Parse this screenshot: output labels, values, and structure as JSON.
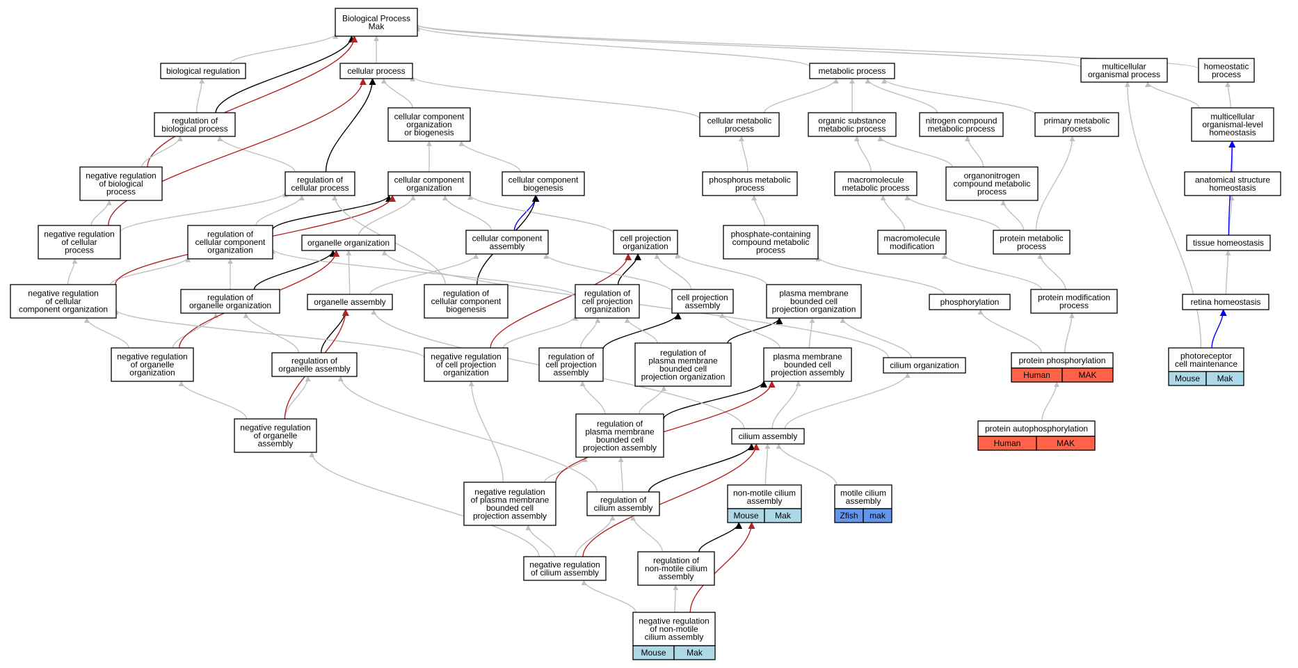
{
  "colors": {
    "edge_gray": "#c0c0c0",
    "edge_black": "#000000",
    "edge_red": "#b22222",
    "edge_blue": "#0000ff",
    "badge_mouse": "#add8e6",
    "badge_human": "#ff6347",
    "badge_zfish": "#6495ed"
  },
  "nodes": [
    {
      "id": "bp",
      "lines": [
        "Biological Process",
        "Mak"
      ]
    },
    {
      "id": "biolreg",
      "lines": [
        "biological regulation"
      ]
    },
    {
      "id": "cellproc",
      "lines": [
        "cellular process"
      ]
    },
    {
      "id": "metab",
      "lines": [
        "metabolic process"
      ]
    },
    {
      "id": "multiproc",
      "lines": [
        "multicellular",
        "organismal process"
      ]
    },
    {
      "id": "homeoproc",
      "lines": [
        "homeostatic",
        "process"
      ]
    },
    {
      "id": "regbio",
      "lines": [
        "regulation of",
        "biological process"
      ]
    },
    {
      "id": "ccob",
      "lines": [
        "cellular component",
        "organization",
        "or biogenesis"
      ]
    },
    {
      "id": "cellmet",
      "lines": [
        "cellular metabolic",
        "process"
      ]
    },
    {
      "id": "orgsub",
      "lines": [
        "organic substance",
        "metabolic process"
      ]
    },
    {
      "id": "nitro",
      "lines": [
        "nitrogen compound",
        "metabolic process"
      ]
    },
    {
      "id": "primary",
      "lines": [
        "primary metabolic",
        "process"
      ]
    },
    {
      "id": "mlhomeo",
      "lines": [
        "multicellular",
        "organismal-level",
        "homeostasis"
      ]
    },
    {
      "id": "negbio",
      "lines": [
        "negative regulation",
        "of biological",
        "process"
      ]
    },
    {
      "id": "regcell",
      "lines": [
        "regulation of",
        "cellular process"
      ]
    },
    {
      "id": "cco",
      "lines": [
        "cellular component",
        "organization"
      ]
    },
    {
      "id": "ccb",
      "lines": [
        "cellular component",
        "biogenesis"
      ]
    },
    {
      "id": "phosmet",
      "lines": [
        "phosphorus metabolic",
        "process"
      ]
    },
    {
      "id": "macromet",
      "lines": [
        "macromolecule",
        "metabolic process"
      ]
    },
    {
      "id": "organonit",
      "lines": [
        "organonitrogen",
        "compound metabolic",
        "process"
      ]
    },
    {
      "id": "anat",
      "lines": [
        "anatomical structure",
        "homeostasis"
      ]
    },
    {
      "id": "negcell",
      "lines": [
        "negative regulation",
        "of cellular",
        "process"
      ]
    },
    {
      "id": "regcco",
      "lines": [
        "regulation of",
        "cellular component",
        "organization"
      ]
    },
    {
      "id": "orgorg",
      "lines": [
        "organelle organization"
      ]
    },
    {
      "id": "cca",
      "lines": [
        "cellular component",
        "assembly"
      ]
    },
    {
      "id": "cpo",
      "lines": [
        "cell projection",
        "organization"
      ]
    },
    {
      "id": "phoscomp",
      "lines": [
        "phosphate-containing",
        "compound metabolic",
        "process"
      ]
    },
    {
      "id": "macromod",
      "lines": [
        "macromolecule",
        "modification"
      ]
    },
    {
      "id": "protmet",
      "lines": [
        "protein metabolic",
        "process"
      ]
    },
    {
      "id": "tissue",
      "lines": [
        "tissue homeostasis"
      ]
    },
    {
      "id": "negcco",
      "lines": [
        "negative regulation",
        "of cellular",
        "component organization"
      ]
    },
    {
      "id": "regorgorg",
      "lines": [
        "regulation of",
        "organelle organization"
      ]
    },
    {
      "id": "orgasm",
      "lines": [
        "organelle assembly"
      ]
    },
    {
      "id": "regccb",
      "lines": [
        "regulation of",
        "cellular component",
        "biogenesis"
      ]
    },
    {
      "id": "regcpo",
      "lines": [
        "regulation of",
        "cell projection",
        "organization"
      ]
    },
    {
      "id": "cpa",
      "lines": [
        "cell projection",
        "assembly"
      ]
    },
    {
      "id": "pmbcpo",
      "lines": [
        "plasma membrane",
        "bounded cell",
        "projection organization"
      ]
    },
    {
      "id": "phosph",
      "lines": [
        "phosphorylation"
      ]
    },
    {
      "id": "protmod",
      "lines": [
        "protein modification",
        "process"
      ]
    },
    {
      "id": "retina",
      "lines": [
        "retina homeostasis"
      ]
    },
    {
      "id": "negorgorg",
      "lines": [
        "negative regulation",
        "of organelle",
        "organization"
      ]
    },
    {
      "id": "regorgasm",
      "lines": [
        "regulation of",
        "organelle assembly"
      ]
    },
    {
      "id": "negcpo",
      "lines": [
        "negative regulation",
        "of cell projection",
        "organization"
      ]
    },
    {
      "id": "regcpa",
      "lines": [
        "regulation of",
        "cell projection",
        "assembly"
      ]
    },
    {
      "id": "regpmbcpo",
      "lines": [
        "regulation of",
        "plasma membrane",
        "bounded cell",
        "projection organization"
      ]
    },
    {
      "id": "pmbcpa",
      "lines": [
        "plasma membrane",
        "bounded cell",
        "projection assembly"
      ]
    },
    {
      "id": "ciliumorg",
      "lines": [
        "cilium organization"
      ]
    },
    {
      "id": "protphos",
      "lines": [
        "protein phosphorylation"
      ],
      "badges": [
        [
          "Human",
          "badge_human"
        ],
        [
          "MAK",
          "badge_human"
        ]
      ]
    },
    {
      "id": "photo",
      "lines": [
        "photoreceptor",
        "cell maintenance"
      ],
      "badges": [
        [
          "Mouse",
          "badge_mouse"
        ],
        [
          "Mak",
          "badge_mouse"
        ]
      ]
    },
    {
      "id": "negorgasm",
      "lines": [
        "negative regulation",
        "of organelle",
        "assembly"
      ]
    },
    {
      "id": "regpmbcpa",
      "lines": [
        "regulation of",
        "plasma membrane",
        "bounded cell",
        "projection assembly"
      ]
    },
    {
      "id": "ciliumasm",
      "lines": [
        "cilium assembly"
      ]
    },
    {
      "id": "protauto",
      "lines": [
        "protein autophosphorylation"
      ],
      "badges": [
        [
          "Human",
          "badge_human"
        ],
        [
          "MAK",
          "badge_human"
        ]
      ]
    },
    {
      "id": "negpmbcpa",
      "lines": [
        "negative regulation",
        "of plasma membrane",
        "bounded cell",
        "projection assembly"
      ]
    },
    {
      "id": "regcilasm",
      "lines": [
        "regulation of",
        "cilium assembly"
      ]
    },
    {
      "id": "nonmot",
      "lines": [
        "non-motile cilium",
        "assembly"
      ],
      "badges": [
        [
          "Mouse",
          "badge_mouse"
        ],
        [
          "Mak",
          "badge_mouse"
        ]
      ]
    },
    {
      "id": "motile",
      "lines": [
        "motile cilium",
        "assembly"
      ],
      "badges": [
        [
          "Zfish",
          "badge_zfish"
        ],
        [
          "mak",
          "badge_zfish"
        ]
      ]
    },
    {
      "id": "negcilasm",
      "lines": [
        "negative regulation",
        "of cilium assembly"
      ]
    },
    {
      "id": "regnonmot",
      "lines": [
        "regulation of",
        "non-motile cilium",
        "assembly"
      ]
    },
    {
      "id": "negnonmot",
      "lines": [
        "negative regulation",
        "of non-motile",
        "cilium assembly"
      ],
      "badges": [
        [
          "Mouse",
          "badge_mouse"
        ],
        [
          "Mak",
          "badge_mouse"
        ]
      ]
    }
  ],
  "edges": [
    [
      "biolreg",
      "bp",
      "gray"
    ],
    [
      "cellproc",
      "bp",
      "gray"
    ],
    [
      "metab",
      "bp",
      "gray"
    ],
    [
      "multiproc",
      "bp",
      "gray"
    ],
    [
      "homeoproc",
      "bp",
      "gray"
    ],
    [
      "regbio",
      "biolreg",
      "gray"
    ],
    [
      "regbio",
      "bp",
      "black"
    ],
    [
      "negbio",
      "bp",
      "red"
    ],
    [
      "negbio",
      "regbio",
      "gray"
    ],
    [
      "ccob",
      "cellproc",
      "gray"
    ],
    [
      "cellmet",
      "cellproc",
      "gray"
    ],
    [
      "cellmet",
      "metab",
      "gray"
    ],
    [
      "orgsub",
      "metab",
      "gray"
    ],
    [
      "nitro",
      "metab",
      "gray"
    ],
    [
      "primary",
      "metab",
      "gray"
    ],
    [
      "mlhomeo",
      "multiproc",
      "gray"
    ],
    [
      "mlhomeo",
      "homeoproc",
      "gray"
    ],
    [
      "regcell",
      "regbio",
      "gray"
    ],
    [
      "regcell",
      "cellproc",
      "black"
    ],
    [
      "cco",
      "ccob",
      "gray"
    ],
    [
      "ccb",
      "ccob",
      "gray"
    ],
    [
      "phosmet",
      "cellmet",
      "gray"
    ],
    [
      "macromet",
      "orgsub",
      "gray"
    ],
    [
      "organonit",
      "orgsub",
      "gray"
    ],
    [
      "organonit",
      "nitro",
      "gray"
    ],
    [
      "anat",
      "mlhomeo",
      "gray"
    ],
    [
      "tissue",
      "anat",
      "gray"
    ],
    [
      "tissue",
      "mlhomeo",
      "blue"
    ],
    [
      "retina",
      "tissue",
      "gray"
    ],
    [
      "photo",
      "retina",
      "blue"
    ],
    [
      "photo",
      "multiproc",
      "gray"
    ],
    [
      "negcell",
      "negbio",
      "gray"
    ],
    [
      "negcell",
      "regcell",
      "gray"
    ],
    [
      "negcell",
      "cellproc",
      "red"
    ],
    [
      "regcco",
      "regcell",
      "gray"
    ],
    [
      "regcco",
      "cco",
      "black"
    ],
    [
      "orgorg",
      "cco",
      "gray"
    ],
    [
      "cca",
      "cco",
      "gray"
    ],
    [
      "cca",
      "ccb",
      "blue"
    ],
    [
      "cpo",
      "cco",
      "gray"
    ],
    [
      "phoscomp",
      "phosmet",
      "gray"
    ],
    [
      "macromod",
      "macromet",
      "gray"
    ],
    [
      "protmet",
      "macromet",
      "gray"
    ],
    [
      "protmet",
      "organonit",
      "gray"
    ],
    [
      "protmet",
      "primary",
      "gray"
    ],
    [
      "negcco",
      "negcell",
      "gray"
    ],
    [
      "negcco",
      "regcco",
      "gray"
    ],
    [
      "negcco",
      "cco",
      "red"
    ],
    [
      "regorgorg",
      "regcco",
      "gray"
    ],
    [
      "regorgorg",
      "orgorg",
      "black"
    ],
    [
      "orgasm",
      "orgorg",
      "gray"
    ],
    [
      "orgasm",
      "cca",
      "gray"
    ],
    [
      "regccb",
      "regcell",
      "gray"
    ],
    [
      "regccb",
      "ccb",
      "black"
    ],
    [
      "regcpo",
      "regcco",
      "gray"
    ],
    [
      "regcpo",
      "cpo",
      "black"
    ],
    [
      "cpa",
      "cpo",
      "gray"
    ],
    [
      "cpa",
      "cca",
      "gray"
    ],
    [
      "pmbcpo",
      "cpo",
      "gray"
    ],
    [
      "phosph",
      "phoscomp",
      "gray"
    ],
    [
      "protmod",
      "macromod",
      "gray"
    ],
    [
      "protmod",
      "protmet",
      "gray"
    ],
    [
      "negorgorg",
      "negcco",
      "gray"
    ],
    [
      "negorgorg",
      "regorgorg",
      "gray"
    ],
    [
      "negorgorg",
      "orgorg",
      "red"
    ],
    [
      "regorgasm",
      "regorgorg",
      "gray"
    ],
    [
      "regorgasm",
      "orgasm",
      "black"
    ],
    [
      "negcpo",
      "negcco",
      "gray"
    ],
    [
      "negcpo",
      "regcpo",
      "gray"
    ],
    [
      "negcpo",
      "cpo",
      "red"
    ],
    [
      "regcpa",
      "regcpo",
      "gray"
    ],
    [
      "regcpa",
      "cpa",
      "black"
    ],
    [
      "regpmbcpo",
      "regcpo",
      "gray"
    ],
    [
      "regpmbcpo",
      "pmbcpo",
      "black"
    ],
    [
      "pmbcpa",
      "pmbcpo",
      "gray"
    ],
    [
      "pmbcpa",
      "cpa",
      "gray"
    ],
    [
      "ciliumorg",
      "orgorg",
      "gray"
    ],
    [
      "ciliumorg",
      "pmbcpo",
      "gray"
    ],
    [
      "protphos",
      "phosph",
      "gray"
    ],
    [
      "protphos",
      "protmod",
      "gray"
    ],
    [
      "protauto",
      "protphos",
      "gray"
    ],
    [
      "negorgasm",
      "negorgorg",
      "gray"
    ],
    [
      "negorgasm",
      "regorgasm",
      "gray"
    ],
    [
      "negorgasm",
      "orgasm",
      "red"
    ],
    [
      "regpmbcpa",
      "regcpa",
      "gray"
    ],
    [
      "regpmbcpa",
      "regpmbcpo",
      "gray"
    ],
    [
      "regpmbcpa",
      "pmbcpa",
      "black"
    ],
    [
      "ciliumasm",
      "orgasm",
      "gray"
    ],
    [
      "ciliumasm",
      "pmbcpa",
      "gray"
    ],
    [
      "ciliumasm",
      "ciliumorg",
      "gray"
    ],
    [
      "negpmbcpa",
      "negcpo",
      "gray"
    ],
    [
      "negpmbcpa",
      "regpmbcpa",
      "gray"
    ],
    [
      "negpmbcpa",
      "pmbcpa",
      "red"
    ],
    [
      "regcilasm",
      "regorgasm",
      "gray"
    ],
    [
      "regcilasm",
      "regpmbcpa",
      "gray"
    ],
    [
      "regcilasm",
      "ciliumasm",
      "black"
    ],
    [
      "nonmot",
      "ciliumasm",
      "gray"
    ],
    [
      "motile",
      "ciliumasm",
      "gray"
    ],
    [
      "negcilasm",
      "negorgasm",
      "gray"
    ],
    [
      "negcilasm",
      "negpmbcpa",
      "gray"
    ],
    [
      "negcilasm",
      "regcilasm",
      "gray"
    ],
    [
      "negcilasm",
      "ciliumasm",
      "red"
    ],
    [
      "regnonmot",
      "regcilasm",
      "gray"
    ],
    [
      "regnonmot",
      "nonmot",
      "black"
    ],
    [
      "negnonmot",
      "negcilasm",
      "gray"
    ],
    [
      "negnonmot",
      "regnonmot",
      "gray"
    ],
    [
      "negnonmot",
      "nonmot",
      "red"
    ]
  ]
}
